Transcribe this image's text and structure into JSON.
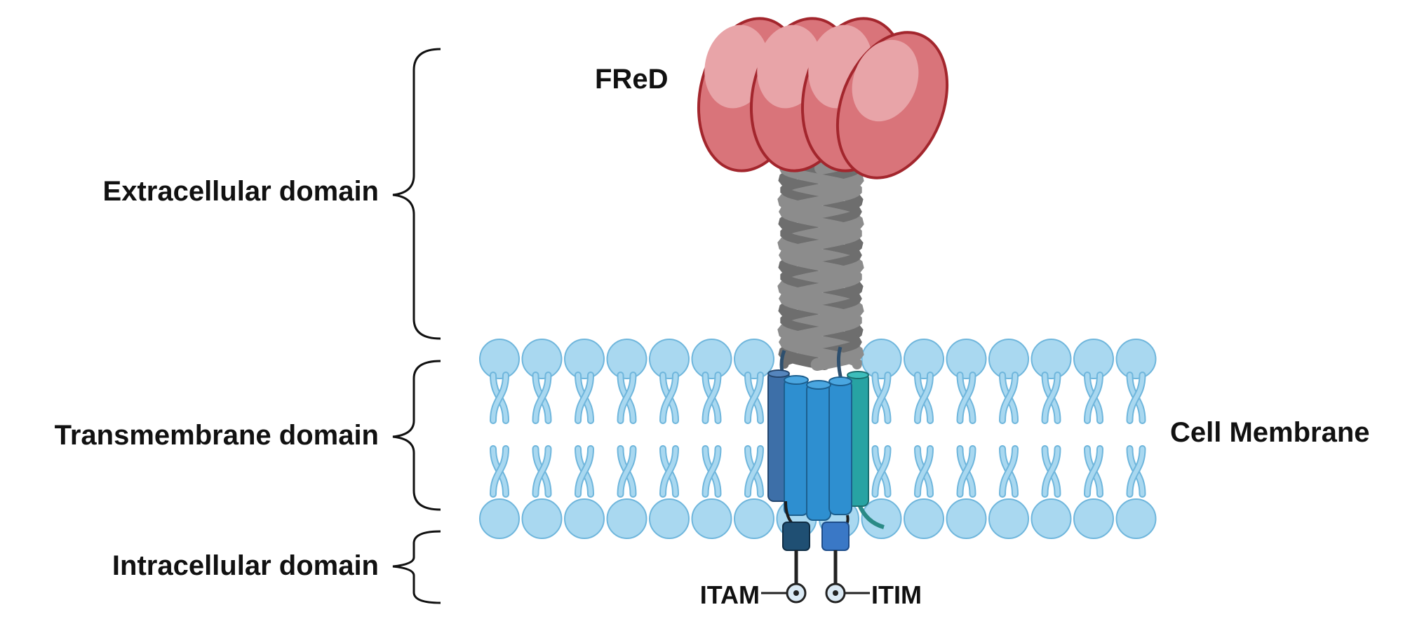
{
  "labels": {
    "fred": "FReD",
    "extracellular": "Extracellular domain",
    "transmembrane": "Transmembrane domain",
    "intracellular": "Intracellular domain",
    "membrane": "Cell Membrane",
    "itam": "ITAM",
    "itim": "ITIM"
  },
  "colors": {
    "fred_fill": "#d9747a",
    "fred_stroke": "#a3262d",
    "fred_highlight": "#e8a4a8",
    "helix": "#8c8c8c",
    "helix_dark": "#6e6e6e",
    "lipid_fill": "#a9d8f0",
    "lipid_stroke": "#6fb6dc",
    "tm_blue": "#2e8fd0",
    "tm_dark": "#3d6fa8",
    "tm_teal": "#27a3a3",
    "itam_box": "#1f4f73",
    "itim_box": "#3a78c6",
    "brace": "#111111"
  }
}
